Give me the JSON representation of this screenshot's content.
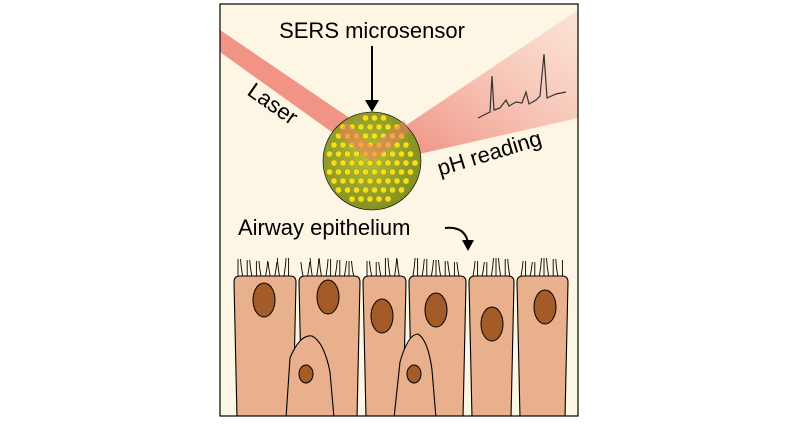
{
  "labels": {
    "sensor": "SERS microsensor",
    "laser": "Laser",
    "reading": "pH reading",
    "tissue": "Airway epithelium"
  },
  "colors": {
    "background": "#fdf6e4",
    "laser_beam": "#f08a7a",
    "sensor_body": "#9aab2e",
    "nanoparticle": "#f4df1a",
    "cell_body": "#e8b08c",
    "nucleus": "#a35c28",
    "outline": "#000000"
  }
}
